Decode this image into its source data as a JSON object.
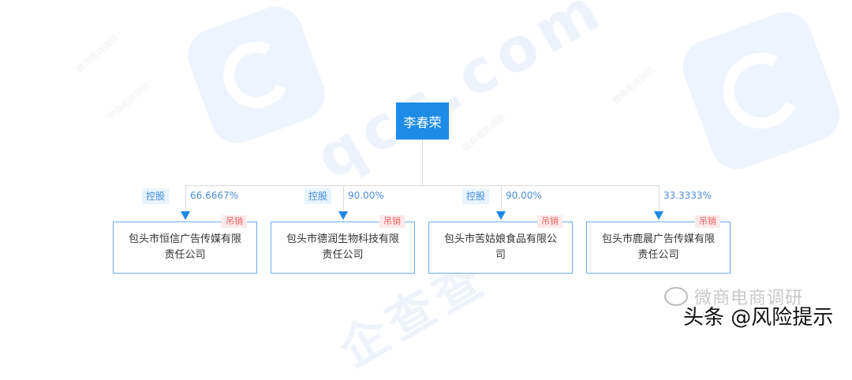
{
  "colors": {
    "root_bg": "#1e8ce6",
    "arrow": "#1e88e5",
    "company_border": "#6aaef0",
    "status_text": "#f06161",
    "status_bg": "#fde9e9",
    "tag_bg": "#e8f3fd",
    "pct_text": "#4d8fd8"
  },
  "root": {
    "name": "李春荣"
  },
  "companies": [
    {
      "name": "包头市恒信广告传媒有限责任公司",
      "relation": "控股",
      "percent": "66.6667%",
      "status": "吊销"
    },
    {
      "name": "包头市德润生物科技有限责任公司",
      "relation": "控股",
      "percent": "90.00%",
      "status": "吊销"
    },
    {
      "name": "包头市苦姑娘食品有限公司",
      "relation": "控股",
      "percent": "90.00%",
      "status": "吊销"
    },
    {
      "name": "包头市鹿晨广告传媒有限责任公司",
      "relation": "",
      "percent": "33.3333%",
      "status": "吊销"
    }
  ],
  "watermark": {
    "domain_text": "qcc.com",
    "brand_text": "企查查"
  },
  "footer": {
    "wechat_account": "微商电商调研",
    "byline": "头条 @风险提示"
  }
}
